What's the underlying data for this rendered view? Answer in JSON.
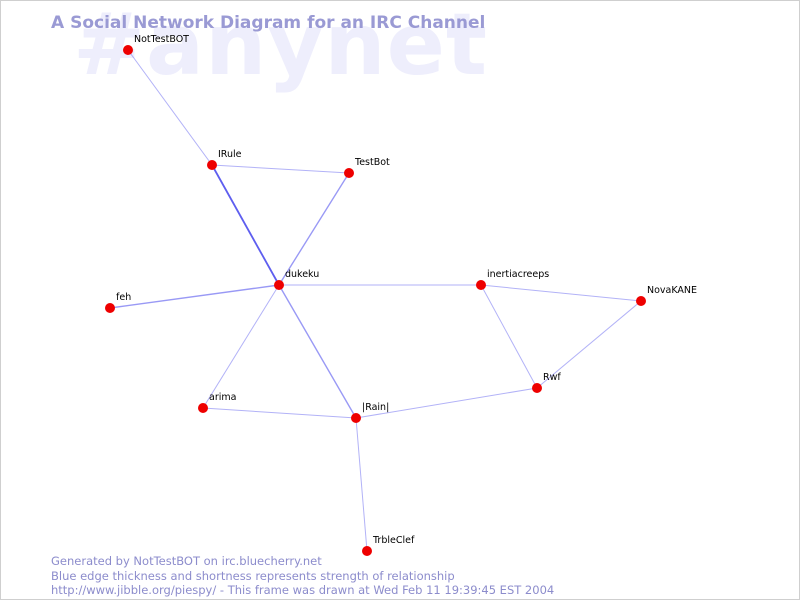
{
  "watermark": "#anynet",
  "title": "A Social Network Diagram for an IRC Channel",
  "colors": {
    "node": "#ee0000",
    "edge": "#5555ee"
  },
  "nodes": [
    {
      "id": "NotTestBOT"
    },
    {
      "id": "IRule"
    },
    {
      "id": "TestBot"
    },
    {
      "id": "dukeku"
    },
    {
      "id": "feh"
    },
    {
      "id": "inertiacreeps"
    },
    {
      "id": "NovaKANE"
    },
    {
      "id": "Rwf"
    },
    {
      "id": "arima"
    },
    {
      "id": "|Rain|"
    },
    {
      "id": "TrbleClef"
    }
  ],
  "edges": [
    {
      "source": "NotTestBOT",
      "target": "IRule",
      "strength": 1
    },
    {
      "source": "IRule",
      "target": "TestBot",
      "strength": 1
    },
    {
      "source": "IRule",
      "target": "dukeku",
      "strength": 3
    },
    {
      "source": "TestBot",
      "target": "dukeku",
      "strength": 2
    },
    {
      "source": "dukeku",
      "target": "feh",
      "strength": 2
    },
    {
      "source": "dukeku",
      "target": "inertiacreeps",
      "strength": 1
    },
    {
      "source": "dukeku",
      "target": "arima",
      "strength": 1
    },
    {
      "source": "dukeku",
      "target": "|Rain|",
      "strength": 2
    },
    {
      "source": "inertiacreeps",
      "target": "NovaKANE",
      "strength": 1
    },
    {
      "source": "inertiacreeps",
      "target": "Rwf",
      "strength": 1
    },
    {
      "source": "NovaKANE",
      "target": "Rwf",
      "strength": 1
    },
    {
      "source": "arima",
      "target": "|Rain|",
      "strength": 1
    },
    {
      "source": "|Rain|",
      "target": "Rwf",
      "strength": 1
    },
    {
      "source": "|Rain|",
      "target": "TrbleClef",
      "strength": 1
    }
  ],
  "footer": {
    "line1": "Generated by NotTestBOT on irc.bluecherry.net",
    "line2": "Blue edge thickness and shortness represents strength of relationship",
    "line3": "http://www.jibble.org/piespy/ - This frame was drawn at Wed Feb 11 19:39:45 EST 2004"
  }
}
